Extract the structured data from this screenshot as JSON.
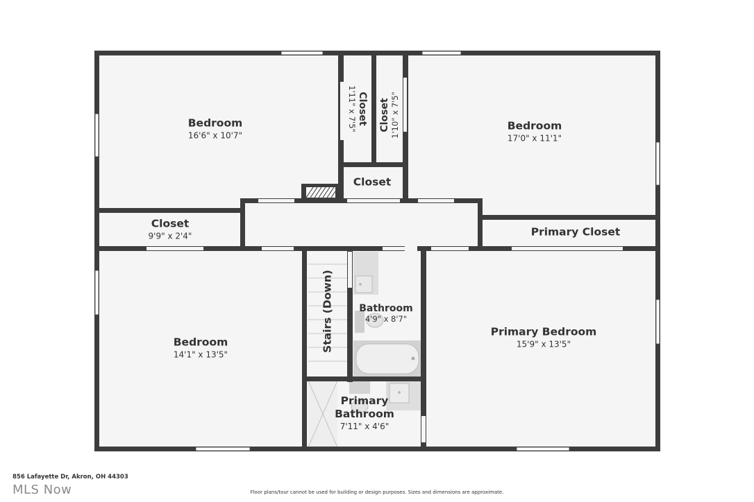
{
  "rooms": {
    "bedroom_nw": {
      "name": "Bedroom",
      "dims": "16'6\" x 10'7\""
    },
    "closet_1": {
      "name": "Closet",
      "dims": "1'11\" x 7'5\""
    },
    "closet_2": {
      "name": "Closet",
      "dims": "1'10\" x 7'5\""
    },
    "bedroom_ne": {
      "name": "Bedroom",
      "dims": "17'0\" x 11'1\""
    },
    "closet_hall": {
      "name": "Closet"
    },
    "closet_w": {
      "name": "Closet",
      "dims": "9'9\" x 2'4\""
    },
    "primary_closet": {
      "name": "Primary Closet"
    },
    "bedroom_sw": {
      "name": "Bedroom",
      "dims": "14'1\" x 13'5\""
    },
    "stairs": {
      "name": "Stairs (Down)"
    },
    "bathroom": {
      "name": "Bathroom",
      "dims": "4'9\" x 8'7\""
    },
    "primary_bathroom": {
      "name_line1": "Primary",
      "name_line2": "Bathroom",
      "dims": "7'11\" x 4'6\""
    },
    "primary_bedroom": {
      "name": "Primary Bedroom",
      "dims": "15'9\" x 13'5\""
    }
  },
  "footer": {
    "address": "856 Lafayette Dr, Akron, OH 44303",
    "logo": "MLS Now",
    "disclaimer": "Floor plans/tour cannot be used for building or design purposes. Sizes and dimensions are approximate."
  },
  "colors": {
    "wall": "#3d3d3d",
    "floor": "#f5f5f5",
    "fixture": "#d8d8d8",
    "window": "#ffffff"
  }
}
